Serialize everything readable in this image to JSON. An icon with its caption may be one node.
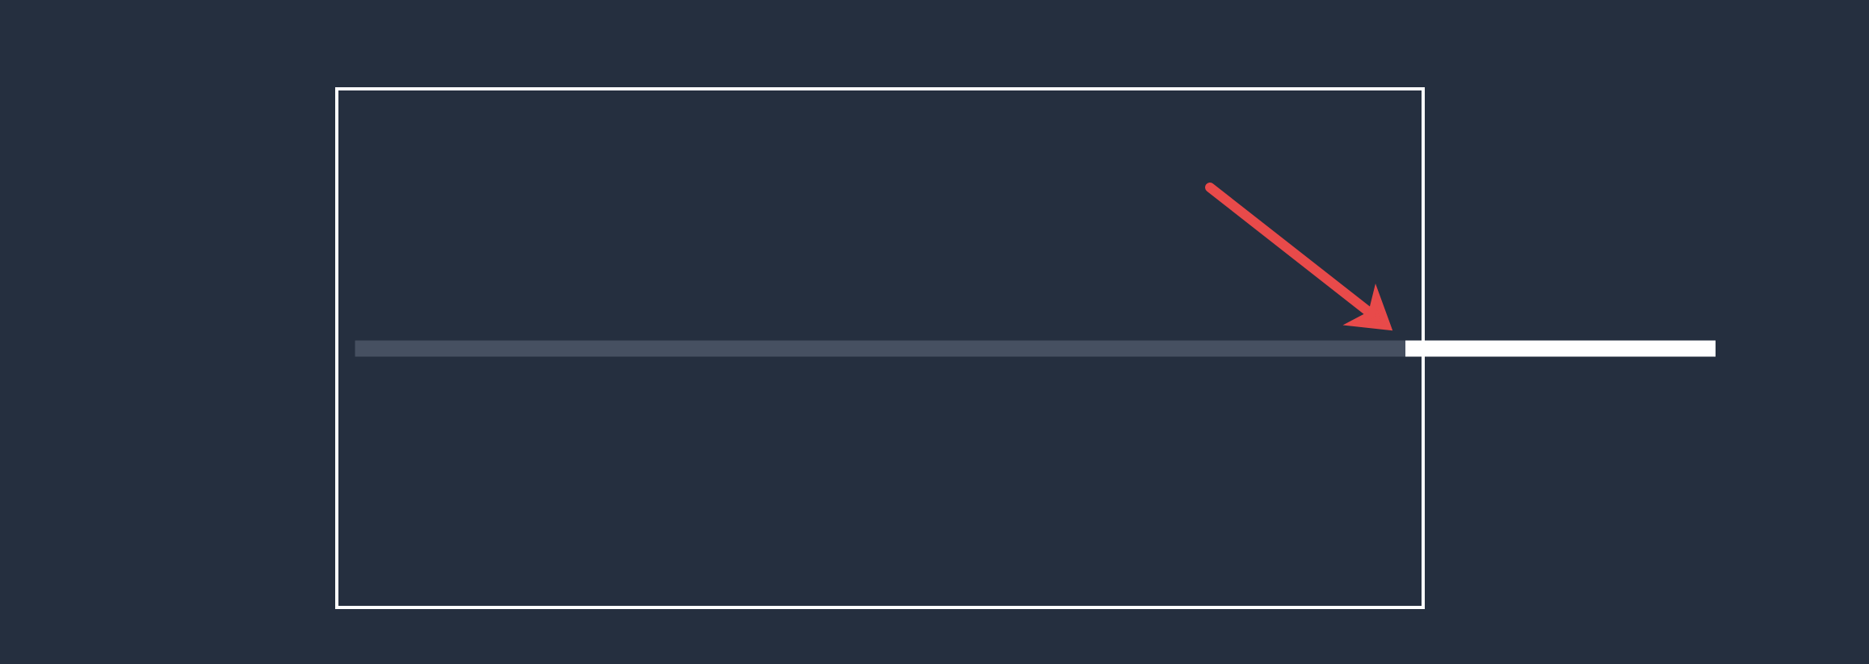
{
  "diagram": {
    "nodes": [
      {
        "text": [],
        "shape": "box"
      },
      {
        "text": [],
        "shape": "bar",
        "in": 0
      },
      {
        "text": [],
        "shape": "bar"
      }
    ],
    "edges": [
      {
        "from": null,
        "to": 2,
        "arrow": "to"
      }
    ]
  }
}
